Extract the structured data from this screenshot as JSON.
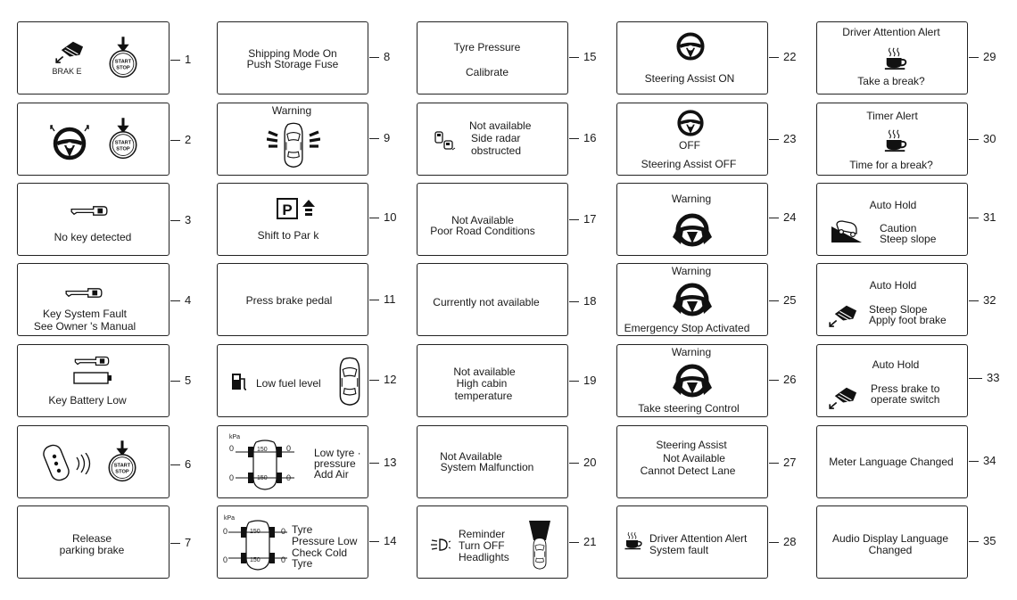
{
  "numbers": [
    "1",
    "2",
    "3",
    "4",
    "5",
    "6",
    "7",
    "8",
    "9",
    "10",
    "11",
    "12",
    "13",
    "14",
    "15",
    "16",
    "17",
    "18",
    "19",
    "20",
    "21",
    "22",
    "23",
    "24",
    "25",
    "26",
    "27",
    "28",
    "29",
    "30",
    "31",
    "32",
    "33",
    "34",
    "35"
  ],
  "start_stop": {
    "line1": "START",
    "line2": "STOP"
  },
  "p1": {
    "brake": "BRAK E"
  },
  "p3": {
    "text": "No key detected"
  },
  "p4": {
    "line1": "Key System Fault",
    "line2": "See Owner   's Manual"
  },
  "p5": {
    "text": "Key Battery Low"
  },
  "p7": {
    "line1": "Release",
    "line2": "parking brake"
  },
  "p8": {
    "line1": "Shipping Mode On",
    "line2": "Push Storage Fuse"
  },
  "p9": {
    "title": "Warning"
  },
  "p10": {
    "text": "Shift to Par  k"
  },
  "p11": {
    "text": "Press brake pedal"
  },
  "p12": {
    "text": "Low fuel level"
  },
  "p13": {
    "unit": "kPa",
    "fl": "0",
    "fr": "0",
    "rl": "0",
    "rr": "0",
    "front": "150",
    "rear": "150",
    "line1": "Low tyre ·",
    "line2": "pressure",
    "line3": "Add Air"
  },
  "p14": {
    "unit": "kPa",
    "fl": "0",
    "fr": "0",
    "rl": "0",
    "rr": "0",
    "front": "150",
    "rear": "150",
    "line1": "Tyre",
    "line2": "Pressure Low",
    "line3": "Check Cold",
    "line4": "Tyre"
  },
  "p15": {
    "line1": "Tyre Pressure",
    "line2": "Calibrate"
  },
  "p16": {
    "line1": "Not available",
    "line2": "Side radar",
    "line3": "obstructed"
  },
  "p17": {
    "line1": "Not Available",
    "line2": "Poor Road Conditions"
  },
  "p18": {
    "text": "Currently not available"
  },
  "p19": {
    "line1": "Not available",
    "line2": "High cabin",
    "line3": "temperature"
  },
  "p20": {
    "line1": "Not Available",
    "line2": "System Malfunction"
  },
  "p21": {
    "line1": "Reminder",
    "line2": "Turn OFF",
    "line3": "Headlights"
  },
  "p22": {
    "text": "Steering Assist ON"
  },
  "p23": {
    "off": "OFF",
    "text": "Steering Assist OFF"
  },
  "p24": {
    "title": "Warning"
  },
  "p25": {
    "title": "Warning",
    "text": "Emergency Stop Activated"
  },
  "p26": {
    "title": "Warning",
    "text": "Take steering Control"
  },
  "p27": {
    "line1": "Steering Assist",
    "line2": "Not Available",
    "line3": "Cannot Detect Lane"
  },
  "p28": {
    "line1": "Driver Attention Alert",
    "line2": "System fault"
  },
  "p29": {
    "title": "Driver Attention Alert",
    "text": "Take a break?"
  },
  "p30": {
    "title": "Timer Alert",
    "text": "Time for a break?"
  },
  "p31": {
    "title": "Auto Hold",
    "line1": "Caution",
    "line2": "Steep slope"
  },
  "p32": {
    "title": "Auto Hold",
    "line1": "Steep Slope",
    "line2": "Apply foot brake"
  },
  "p33": {
    "title": "Auto Hold",
    "line1": "Press brake to",
    "line2": "operate switch"
  },
  "p34": {
    "text": "Meter Language Changed"
  },
  "p35": {
    "line1": "Audio Display Language",
    "line2": "Changed"
  }
}
